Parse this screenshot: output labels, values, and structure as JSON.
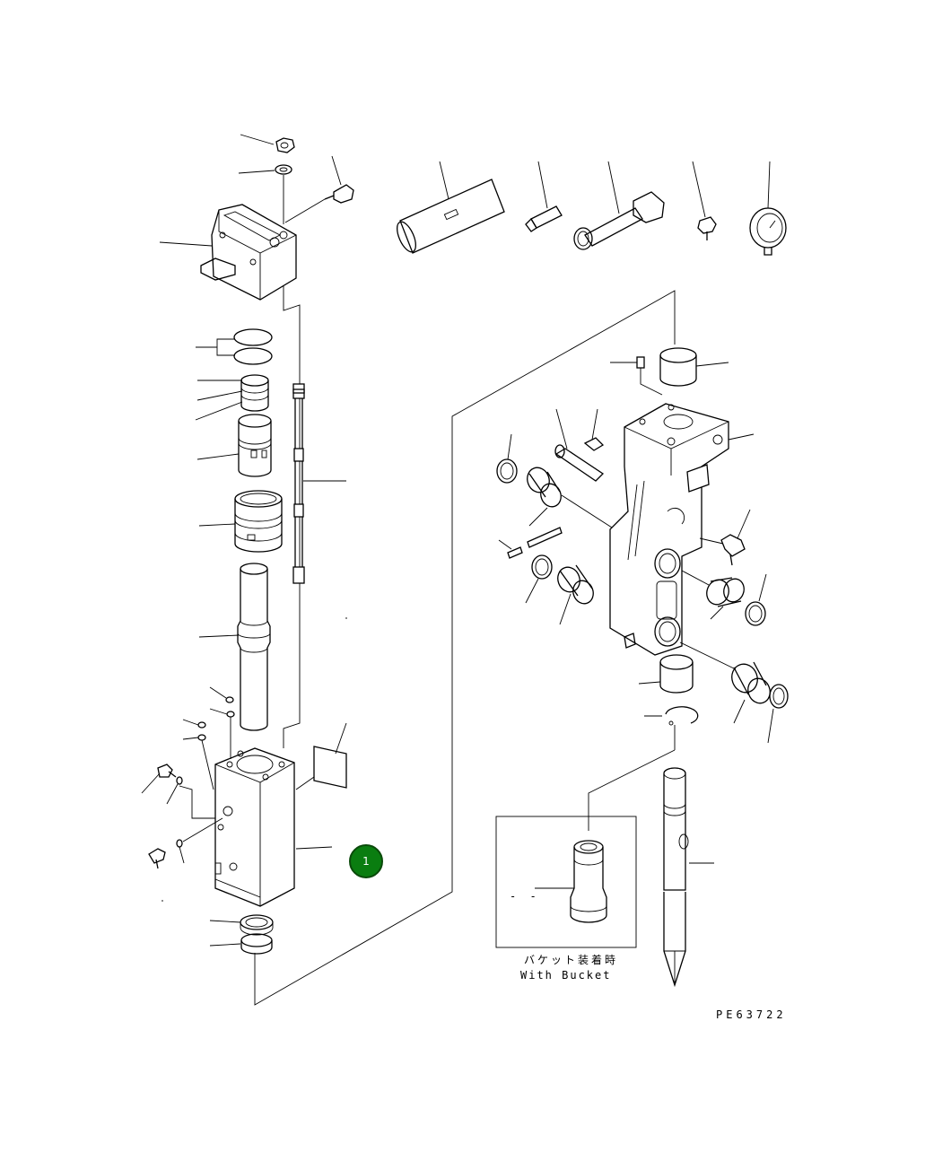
{
  "callout": {
    "label": "1",
    "color": "#0a7d10"
  },
  "inset": {
    "title_jp": "バケット装着時",
    "title_en": "With Bucket",
    "dash_label": "- -"
  },
  "figure_code": "PE63722"
}
